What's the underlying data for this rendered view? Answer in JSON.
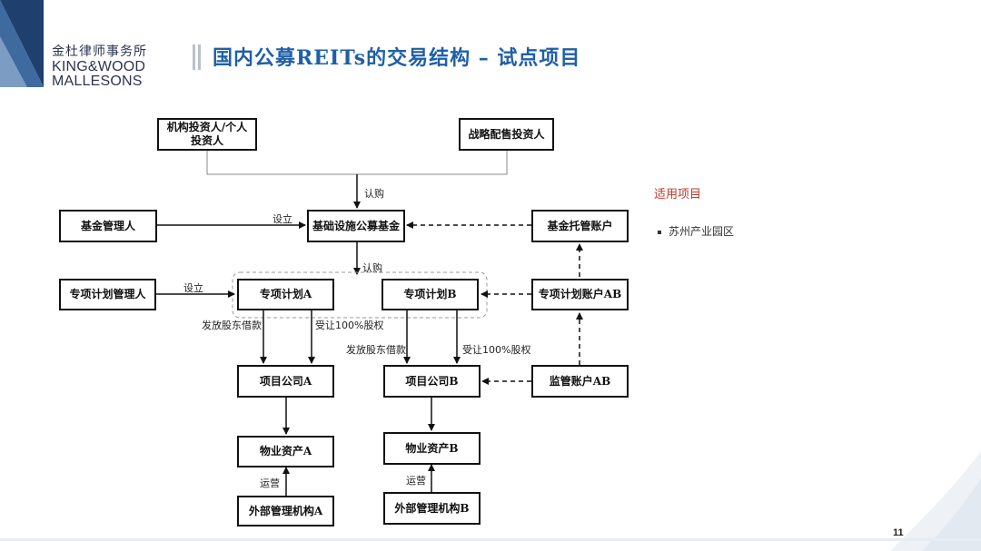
{
  "logo": {
    "cn": "金杜律师事务所",
    "en_line1": "KING&WOOD",
    "en_line2": "MALLESONS"
  },
  "title": "国内公募REITs的交易结构 – 试点项目",
  "boxes": {
    "investors": "机构投资人/个人\n投资人",
    "strategic": "战略配售投资人",
    "fund_manager": "基金管理人",
    "public_fund": "基础设施公募基金",
    "custody": "基金托管账户",
    "plan_manager": "专项计划管理人",
    "plan_a": "专项计划A",
    "plan_b": "专项计划B",
    "plan_account": "专项计划账户AB",
    "company_a": "项目公司A",
    "company_b": "项目公司B",
    "supervision": "监管账户AB",
    "asset_a": "物业资产A",
    "asset_b": "物业资产B",
    "ext_a": "外部管理机构A",
    "ext_b": "外部管理机构B"
  },
  "labels": {
    "subscribe1": "认购",
    "setup1": "设立",
    "subscribe2": "认购",
    "setup2": "设立",
    "loan_a": "发放股东借款",
    "equity_a": "受让100%股权",
    "loan_b": "发放股东借款",
    "equity_b": "受让100%股权",
    "operate_a": "运营",
    "operate_b": "运营"
  },
  "side": {
    "heading": "适用项目",
    "items": [
      "苏州产业园区"
    ]
  },
  "page_number": "11",
  "colors": {
    "title": "#1f5fa8",
    "side_heading": "#c0392b",
    "corner": "#1f3f6e"
  }
}
